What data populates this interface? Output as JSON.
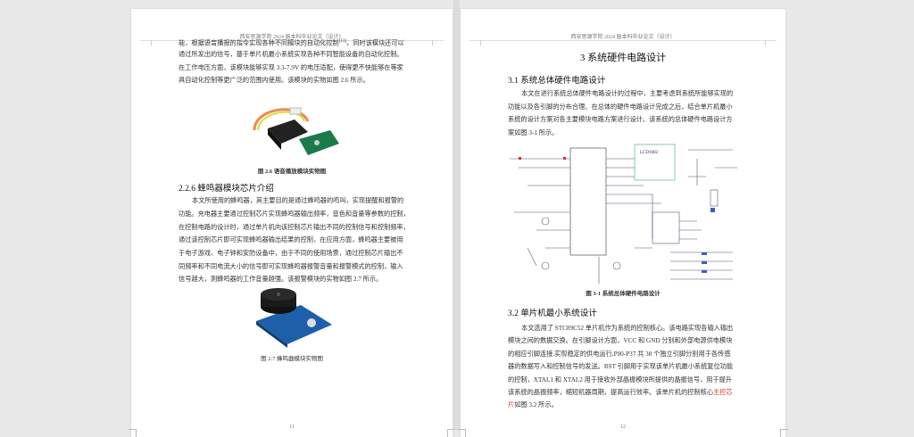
{
  "header_text": "西安思源学院 2024 届本科毕业论文（设计）",
  "page_left": {
    "lines_top": [
      "能，根据语音播报的指令实现各种不同模块的自动化控制",
      "通过所发出的信号，基于单片机最小系统实现各种不同智能设备的自动化控制。",
      "在工作电压方面，该模块能够实现 3.3-7.9V 的电压适配，使得更不快能够在等家",
      "具自动化控制等更广泛的范围内使用。该模块的实物如图 2.6 所示。"
    ],
    "citation": "[13]",
    "line1_tail": "，同时该模块还可以",
    "figure_2_6_caption": "图 2.6  语音播放模块实物图",
    "section_heading": "2.2.6 蜂鸣器模块芯片介绍",
    "paragraph_lines": [
      "本文所使用的蜂鸣器，其主要目的是通过蜂鸣器的鸣叫，实现提醒和报警的",
      "功能。充电器主要通过控制芯片实现蜂鸣器输出频率，音色和音量等参数的控制，",
      "在控制电路的设计时，通过单片机向该控制芯片输出不同的控制信号和控制频率，",
      "通过该控制芯片即可实现蜂鸣器输出结果的控制，在应用方面，蜂鸣器主要被用",
      "于电子游戏、电子钟和安防设备中，由于不同的使用场景，通过控制芯片输出不",
      "同频率和不同电流大小的信号即可实现蜂鸣器报警音量和报警模式的控制，输入",
      "信号越大，则蜂鸣器的工作音量越强。该报警模块的实物如图 2.7 所示。"
    ],
    "figure_2_7_caption": "图 2.7  蜂鸣器模块实物图",
    "page_number": "11"
  },
  "page_right": {
    "chapter_title": "3 系统硬件电路设计",
    "section_3_1": "3.1  系统总体硬件电路设计",
    "para_3_1": [
      "本文在进行系统总体硬件电路设计的过程中，主要考虑到系统所能够实现的",
      "功能以及各引脚的分布合理。在总体的硬件电路设计完成之后，结合单片机最小",
      "系统的设计方案对各主要模块电路方案进行设计。该系统的总体硬件电路设计方",
      "案如图 3-1 所示。"
    ],
    "schematic_label": "LCD1602",
    "figure_3_1_caption": "图 3-1  系统总体硬件电路设计",
    "section_3_2": "3.2 单片机最小系统设计",
    "para_3_2": [
      "本文选用了 STC89C52 单片机作为系统的控制核心。该电路实现各输入输出",
      "模块之间的数据交换。在引脚设计方面，VCC 和 GND 分别和外部电源供电模块",
      "的相应引脚连接,实现稳定的供电运行,P00-P37 共 38 个独立引脚分别用于各传感",
      "器的数据写入和控制信号的发送。RST 引脚用于实现该单片机最小系统复位功能",
      "的控制，XTAL1 和 XTAL2 用于接收外部晶振模块所提供的晶振信号，用于提升",
      "该系统的晶振频率，缩短机器周期，提高运行效率。该单片机的控制核心"
    ],
    "highlight_a": "主控芯",
    "highlight_b": "片",
    "last_line_tail": "如图 3.2 所示。",
    "page_number": "12",
    "highlight_color": "#e03030"
  }
}
